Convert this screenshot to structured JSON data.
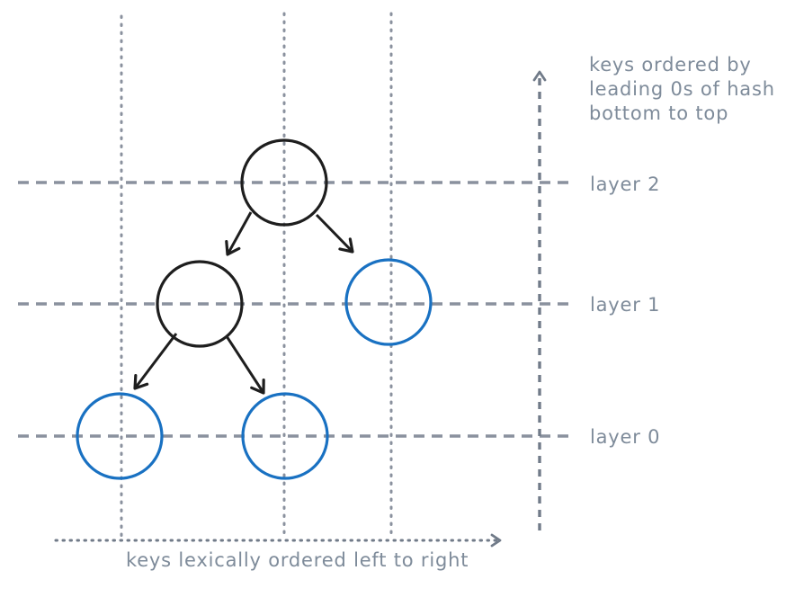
{
  "diagram": {
    "y_axis": {
      "label_lines": [
        "keys ordered by",
        "leading 0s of hash",
        "bottom to top"
      ]
    },
    "x_axis": {
      "label": "keys lexically ordered left to right"
    },
    "layers": [
      {
        "label": "layer 2"
      },
      {
        "label": "layer 1"
      },
      {
        "label": "layer 0"
      }
    ],
    "colors": {
      "node_black": "#1e1e1e",
      "node_blue": "#1971c2",
      "line_gray": "#8a919e",
      "text_gray": "#7e8b9a"
    },
    "nodes": [
      {
        "id": "root",
        "layer": 2,
        "color": "black"
      },
      {
        "id": "layer1-left",
        "layer": 1,
        "color": "black"
      },
      {
        "id": "layer1-right",
        "layer": 1,
        "color": "blue"
      },
      {
        "id": "layer0-left",
        "layer": 0,
        "color": "blue"
      },
      {
        "id": "layer0-right",
        "layer": 0,
        "color": "blue"
      }
    ],
    "edges": [
      {
        "from": "root",
        "to": "layer1-left"
      },
      {
        "from": "root",
        "to": "layer1-right"
      },
      {
        "from": "layer1-left",
        "to": "layer0-left"
      },
      {
        "from": "layer1-left",
        "to": "layer0-right"
      }
    ]
  }
}
